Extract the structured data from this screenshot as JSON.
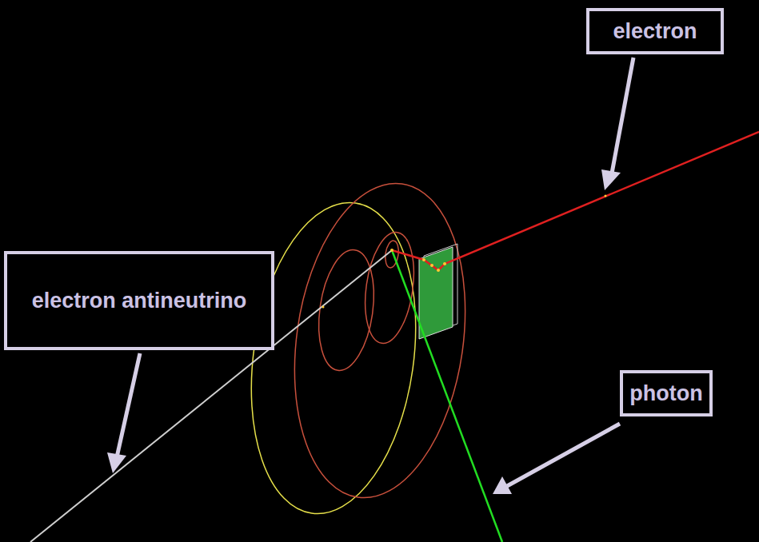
{
  "diagram": {
    "nodes": [
      {
        "text": [
          "electron"
        ]
      },
      {
        "text": [
          "electron antineutrino"
        ]
      },
      {
        "text": [
          "photon"
        ]
      }
    ]
  }
}
